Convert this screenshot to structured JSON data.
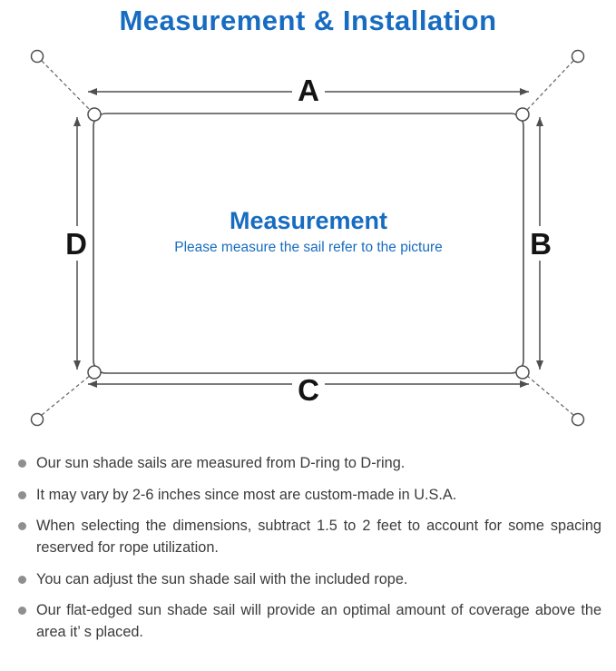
{
  "page": {
    "title": "Measurement & Installation"
  },
  "diagram": {
    "labels": {
      "top": "A",
      "right": "B",
      "bottom": "C",
      "left": "D"
    },
    "center_title": "Measurement",
    "center_subtitle": "Please measure the sail refer to the picture",
    "colors": {
      "accent_blue": "#176cc1",
      "line_gray": "#4f4f4f",
      "text_dark": "#3b3b3b",
      "bullet_gray": "#8f8f8f"
    }
  },
  "notes": {
    "items": [
      "Our sun shade sails are measured from D-ring to D-ring.",
      "It may vary by 2-6 inches since most are custom-made in U.S.A.",
      "When selecting the dimensions, subtract 1.5 to 2 feet to account for some spacing reserved for rope utilization.",
      "You can adjust the sun shade sail with the included rope.",
      "Our flat-edged sun shade sail will provide an optimal amount of coverage above the area it’ s placed."
    ]
  }
}
